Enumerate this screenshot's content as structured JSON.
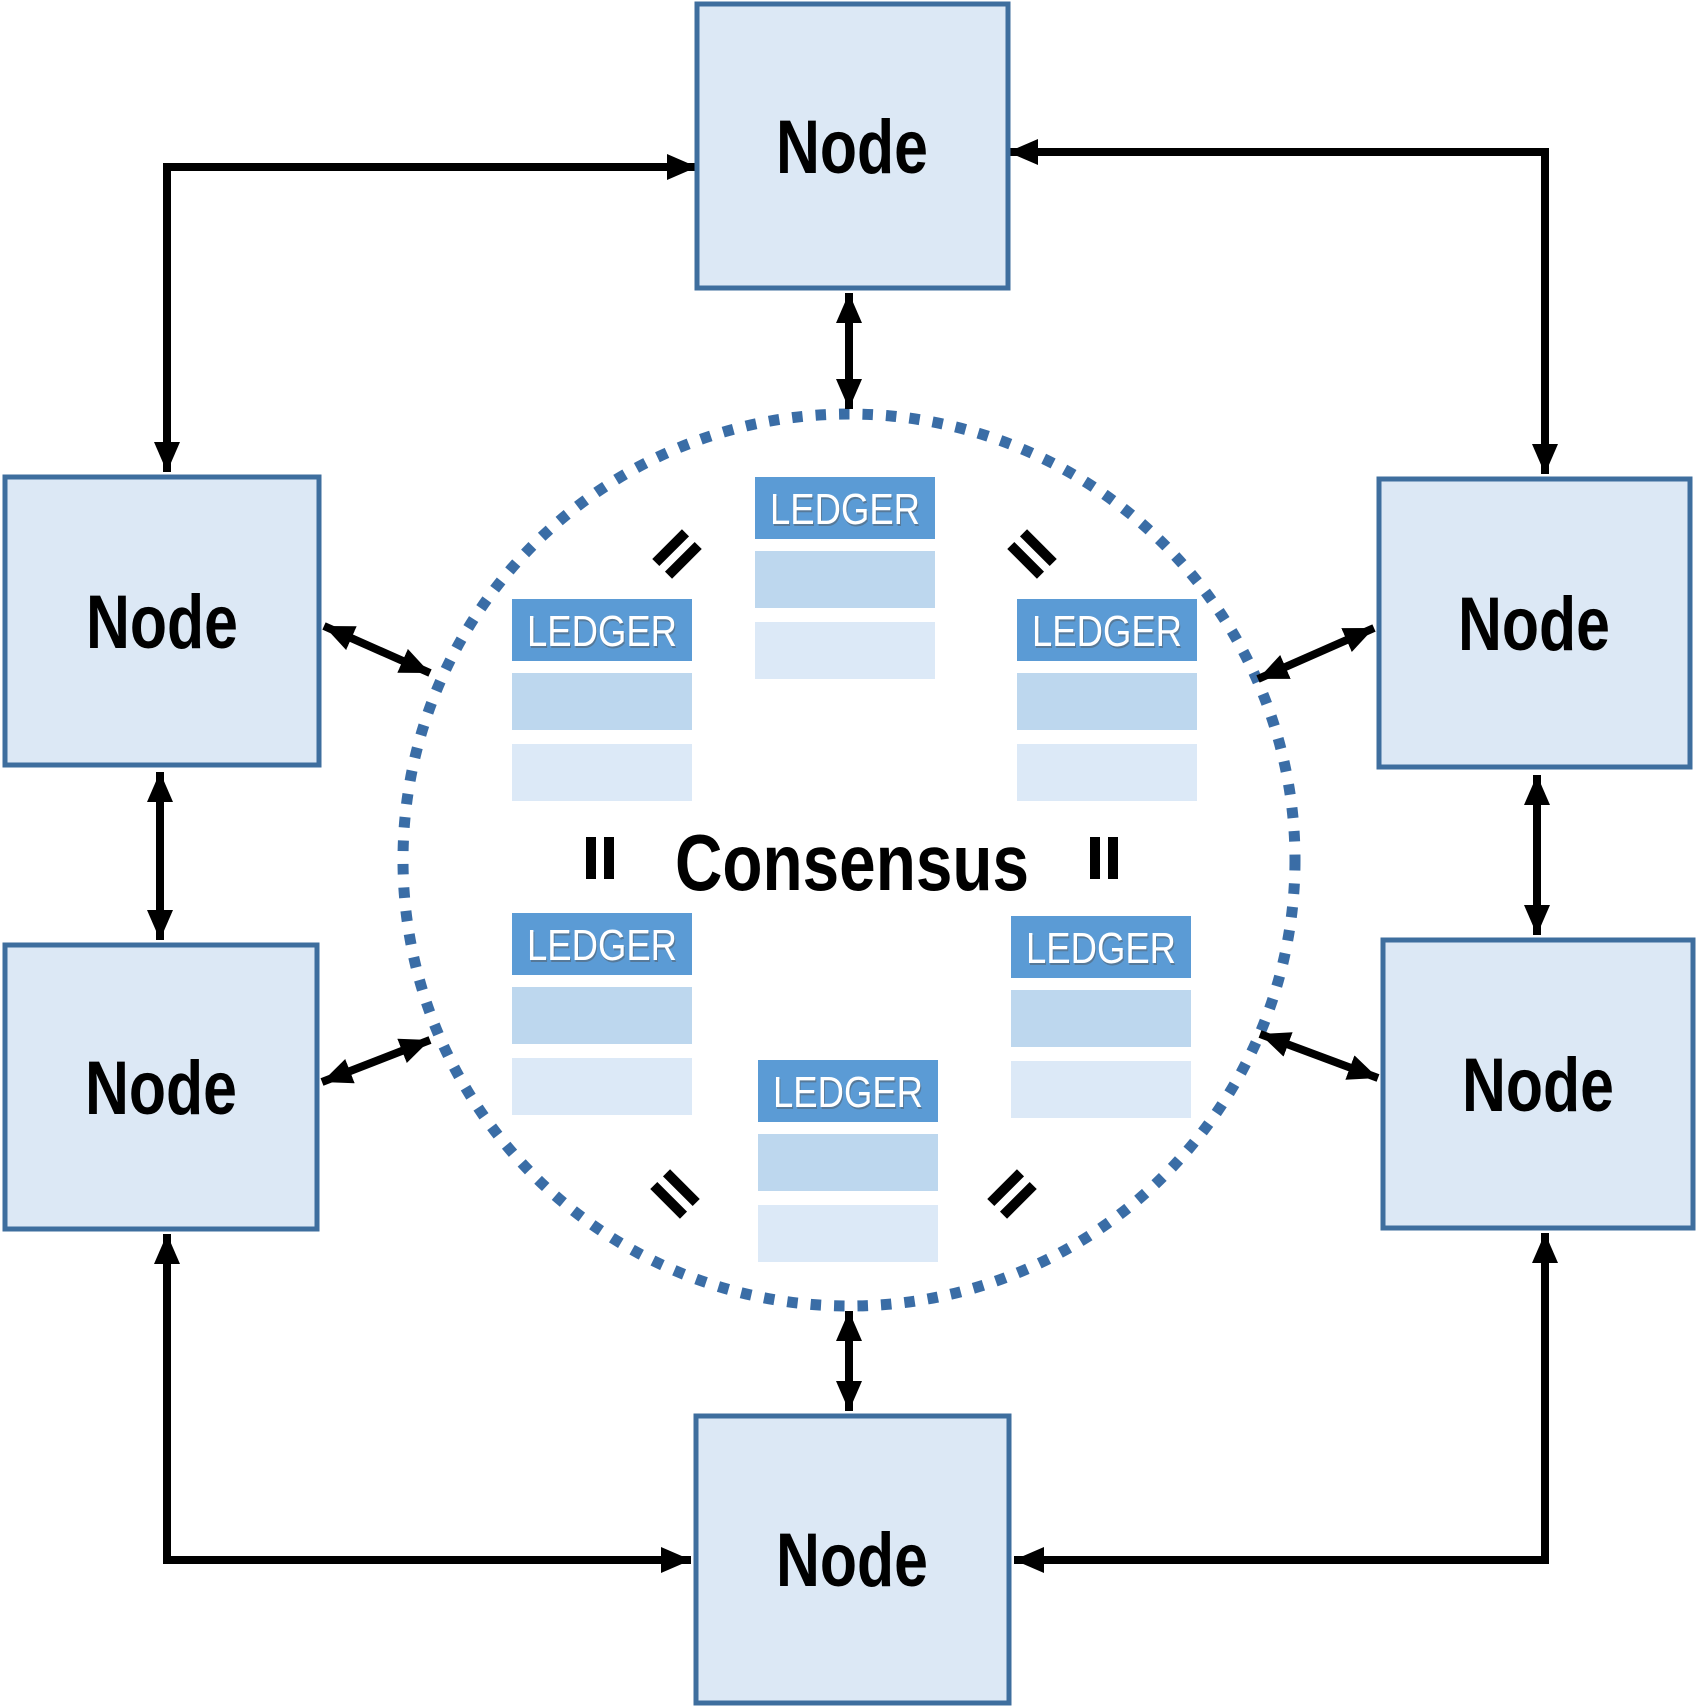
{
  "consensus": {
    "label": "Consensus"
  },
  "nodes": [
    {
      "position": "top",
      "label": "Node"
    },
    {
      "position": "upper-left",
      "label": "Node"
    },
    {
      "position": "upper-right",
      "label": "Node"
    },
    {
      "position": "lower-left",
      "label": "Node"
    },
    {
      "position": "lower-right",
      "label": "Node"
    },
    {
      "position": "bottom",
      "label": "Node"
    }
  ],
  "ledgers": [
    {
      "position": "top-center",
      "label": "LEDGER",
      "rows": 2
    },
    {
      "position": "upper-left",
      "label": "LEDGER",
      "rows": 2
    },
    {
      "position": "upper-right",
      "label": "LEDGER",
      "rows": 2
    },
    {
      "position": "lower-left",
      "label": "LEDGER",
      "rows": 2
    },
    {
      "position": "lower-right",
      "label": "LEDGER",
      "rows": 2
    },
    {
      "position": "bottom-center",
      "label": "LEDGER",
      "rows": 2
    }
  ],
  "equals_symbol": "=",
  "equals_marks_count": 6,
  "colors": {
    "background": "#ffffff",
    "node_fill": "#dce8f5",
    "node_border": "#3e6e9e",
    "ledger_header": "#5b9bd5",
    "ledger_row_1": "#bdd7ee",
    "ledger_row_2": "#dce9f7",
    "ledger_text": "#ffffff",
    "circle_dots": "#3a6da6",
    "arrow": "#000000",
    "label_text": "#000000"
  }
}
